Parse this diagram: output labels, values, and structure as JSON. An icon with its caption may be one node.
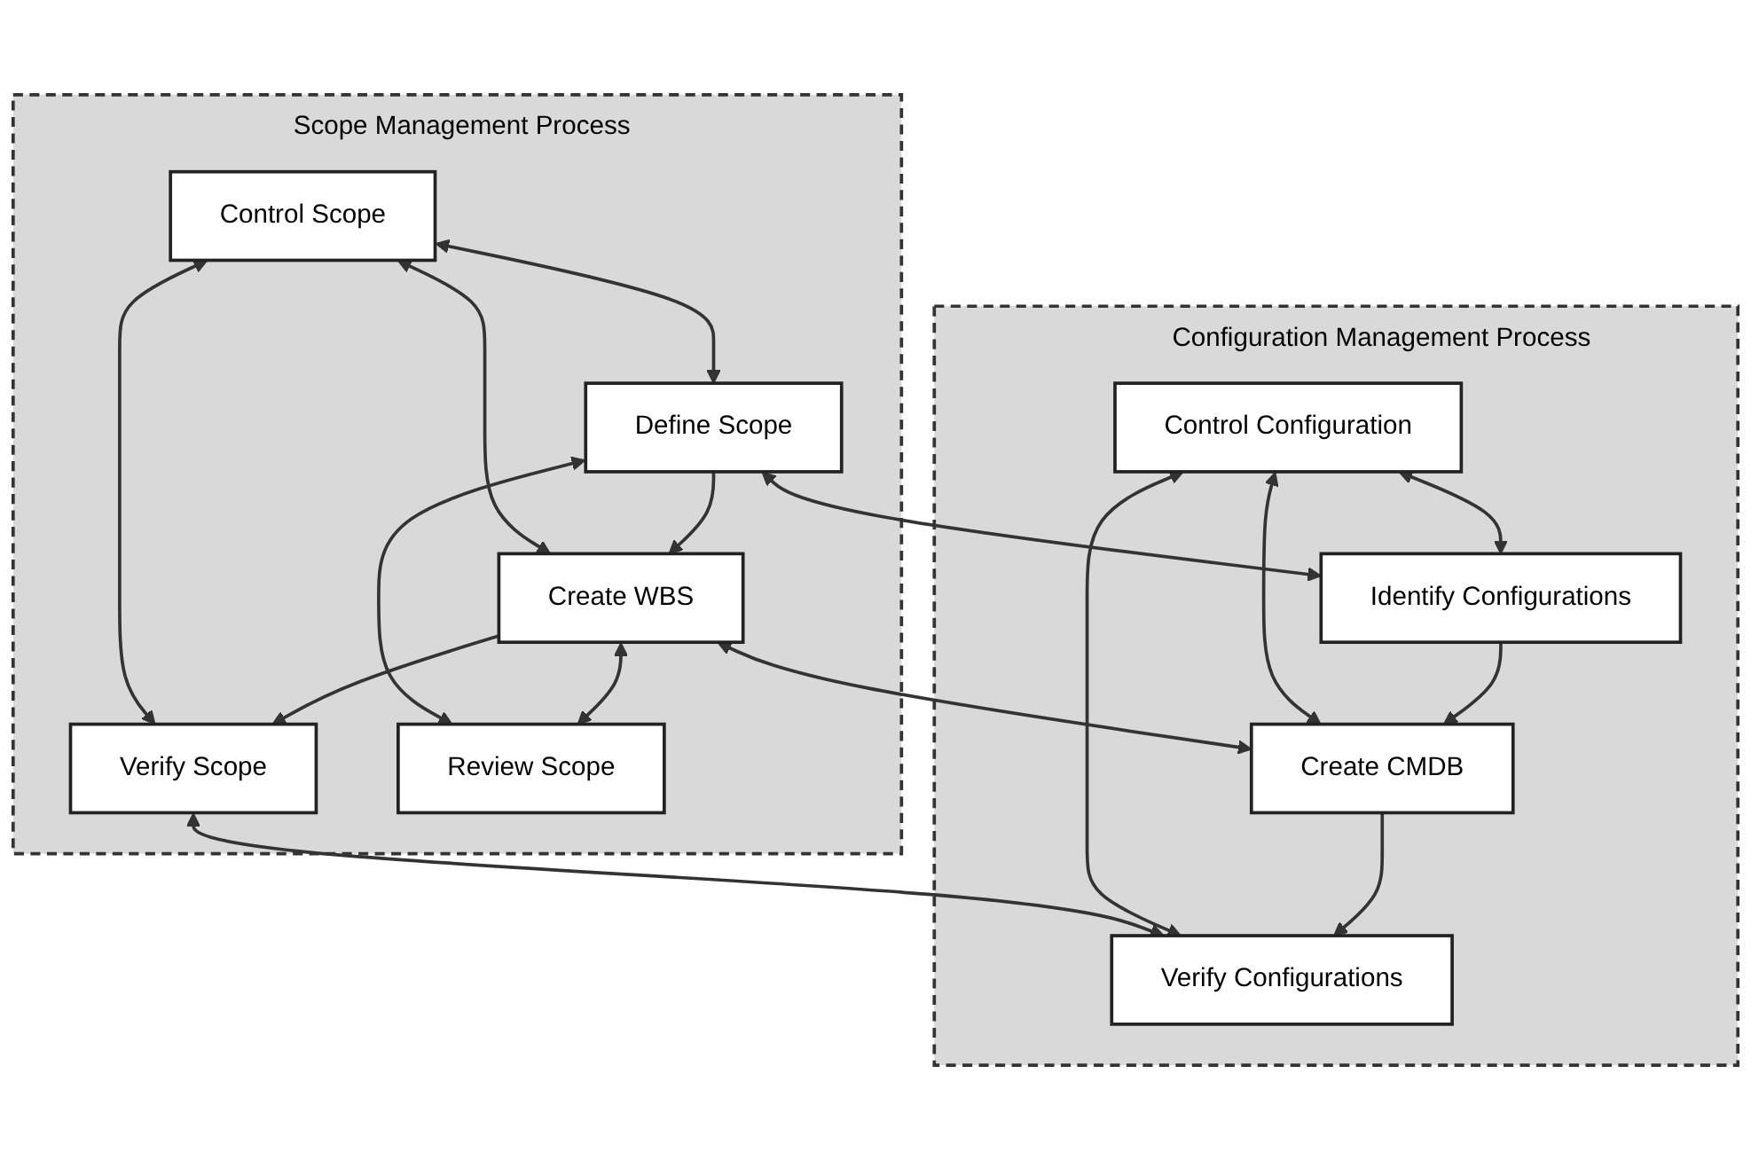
{
  "diagram": {
    "nodes": [
      {
        "text": [
          "Scope Management Process"
        ]
      },
      {
        "text": [
          "Control Scope"
        ],
        "in": 0
      },
      {
        "text": [
          "Define Scope"
        ],
        "in": 0
      },
      {
        "text": [
          "Create WBS"
        ],
        "in": 0
      },
      {
        "text": [
          "Verify Scope"
        ],
        "in": 0
      },
      {
        "text": [
          "Review Scope"
        ],
        "in": 0
      },
      {
        "text": [
          "Configuration Management Process"
        ]
      },
      {
        "text": [
          "Control Configuration"
        ],
        "in": 6
      },
      {
        "text": [
          "Identify Configurations"
        ],
        "in": 6
      },
      {
        "text": [
          "Create CMDB"
        ],
        "in": 6
      },
      {
        "text": [
          "Verify Configurations"
        ],
        "in": 6
      }
    ],
    "edges": [
      {
        "from": 1,
        "to": 2,
        "arrow": "both"
      },
      {
        "from": 1,
        "to": 3,
        "arrow": "both"
      },
      {
        "from": 1,
        "to": 4,
        "arrow": "both"
      },
      {
        "from": 2,
        "to": 8,
        "arrow": "both"
      },
      {
        "from": 2,
        "to": 3,
        "arrow": "to"
      },
      {
        "from": 2,
        "to": 5,
        "arrow": "both"
      },
      {
        "from": 3,
        "to": 9,
        "arrow": "both"
      },
      {
        "from": 3,
        "to": 4,
        "arrow": "to"
      },
      {
        "from": 3,
        "to": 5,
        "arrow": "both"
      },
      {
        "from": 4,
        "to": 10,
        "arrow": "both"
      },
      {
        "from": 7,
        "to": 8,
        "arrow": "both"
      },
      {
        "from": 7,
        "to": 9,
        "arrow": "both"
      },
      {
        "from": 7,
        "to": 10,
        "arrow": "both"
      },
      {
        "from": 8,
        "to": 9,
        "arrow": "to"
      },
      {
        "from": 9,
        "to": 10,
        "arrow": "to"
      }
    ]
  }
}
